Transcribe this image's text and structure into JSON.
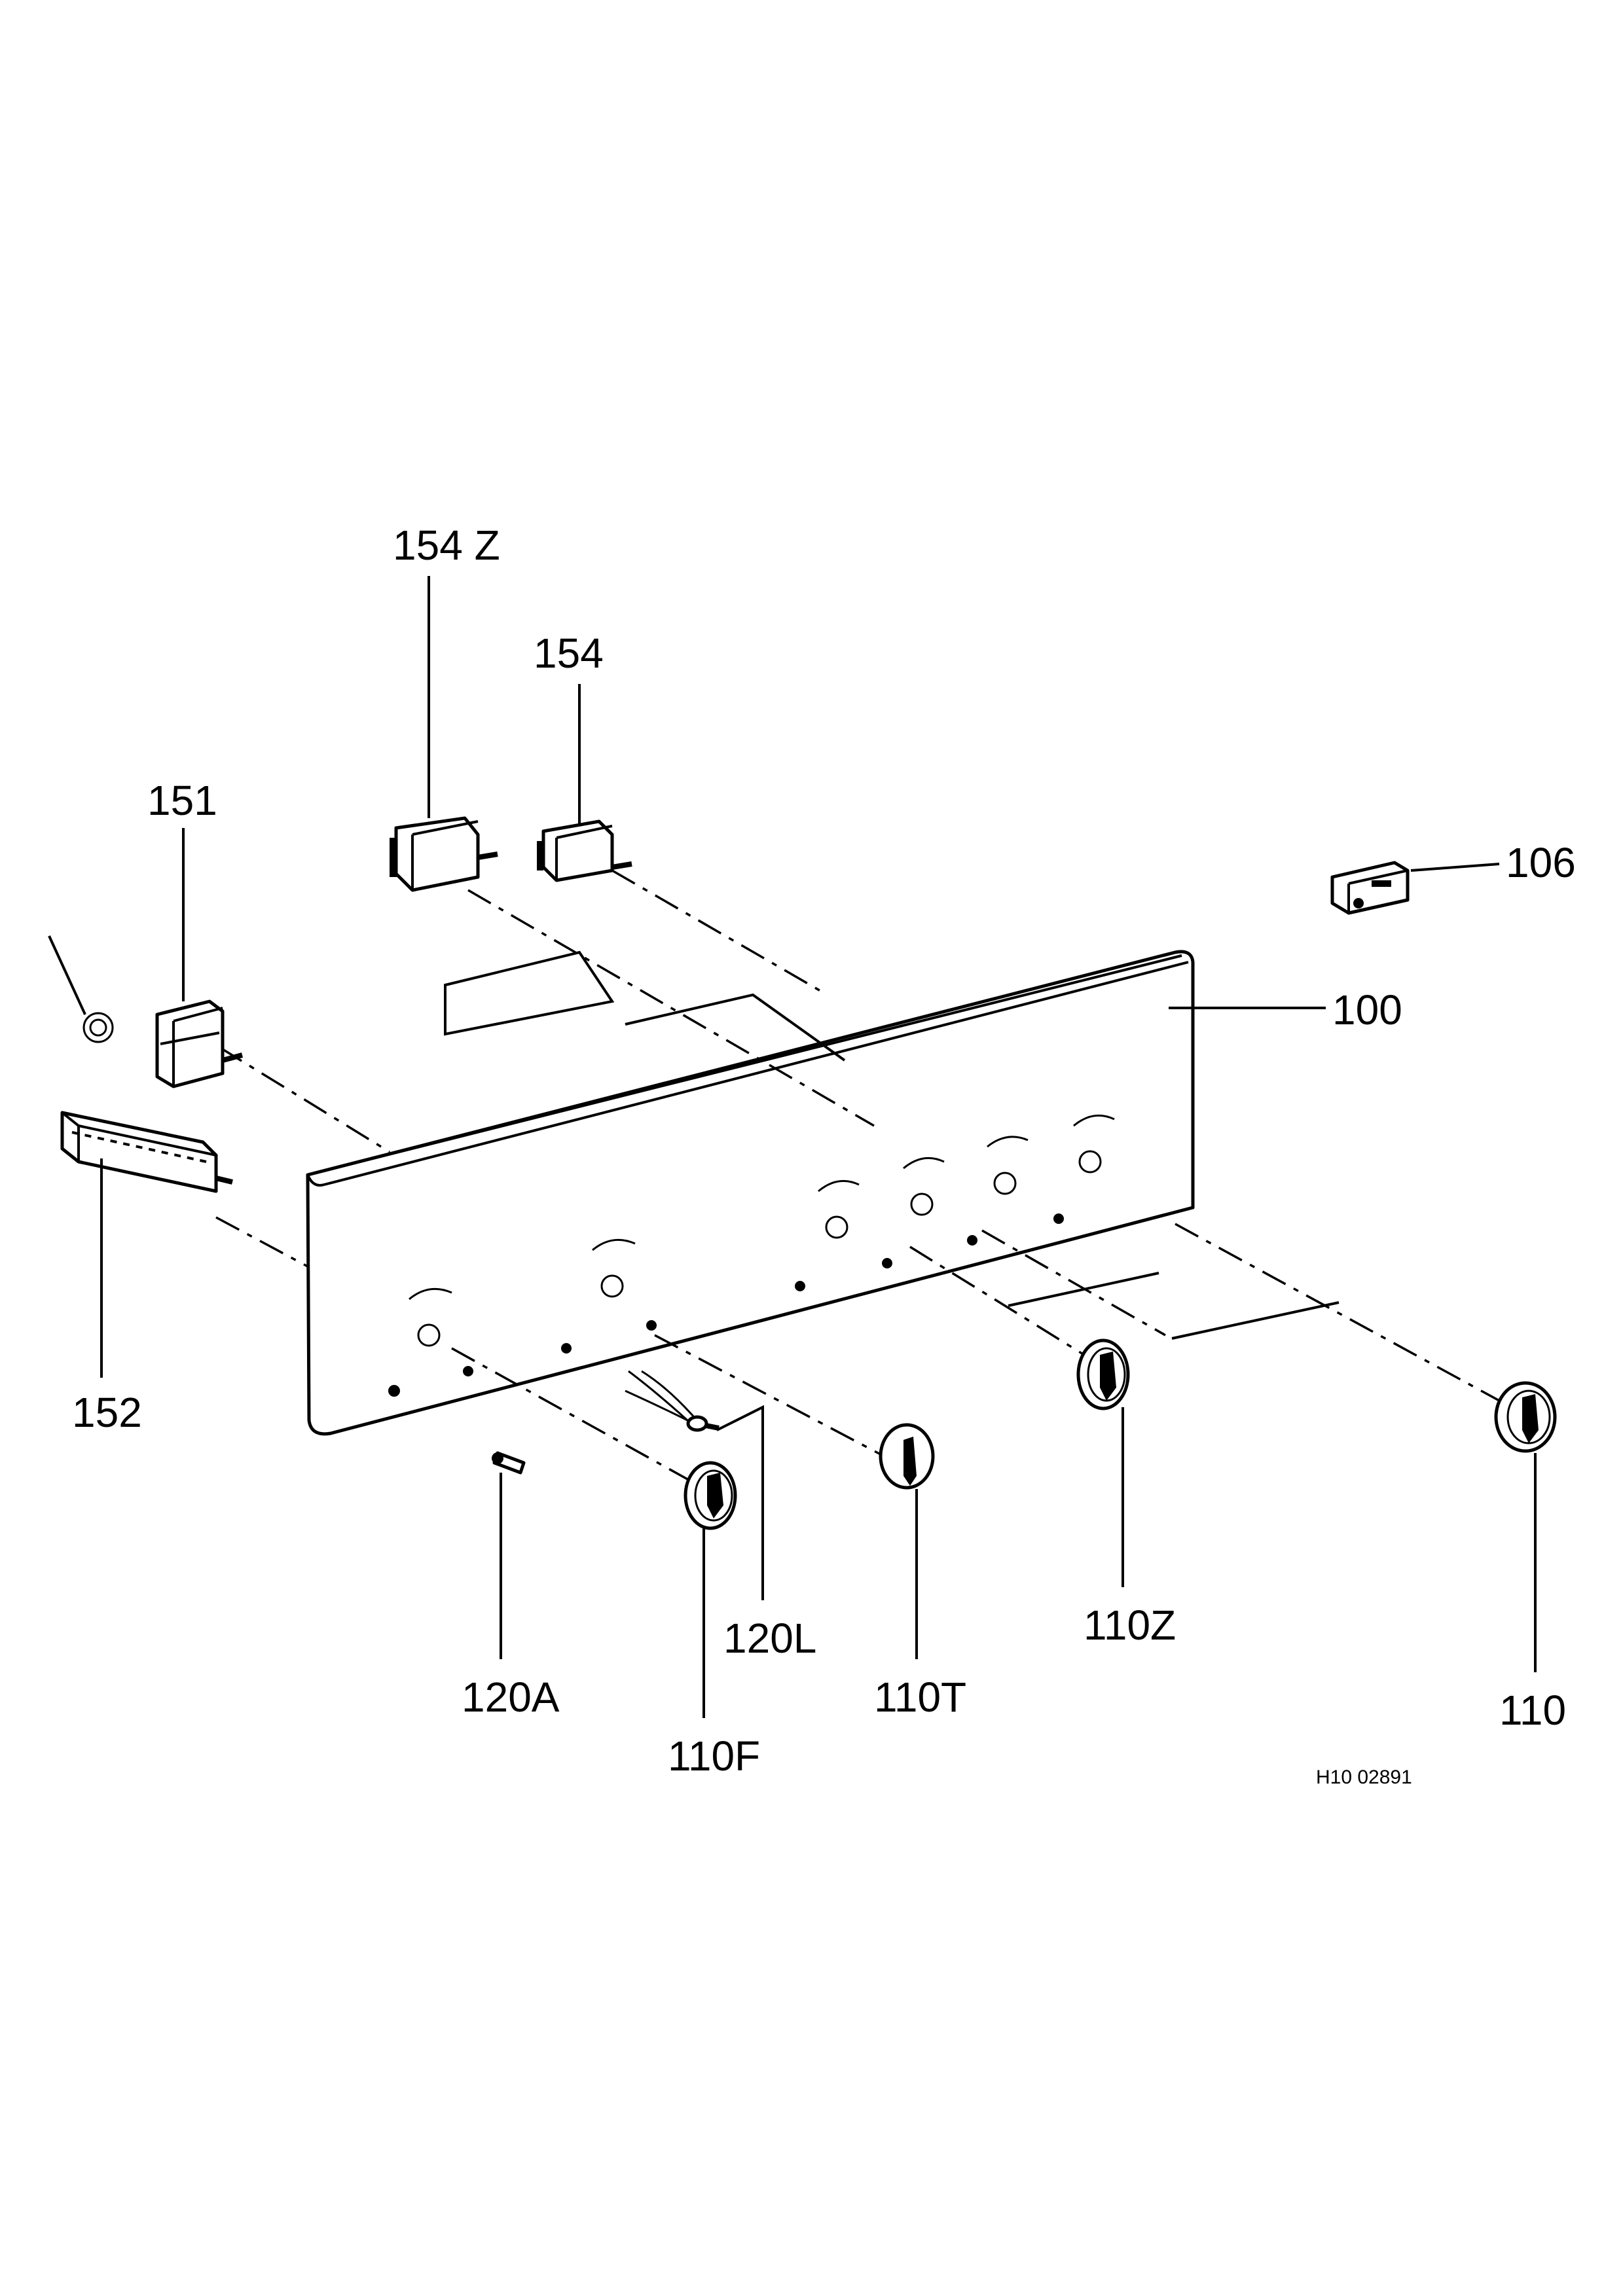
{
  "labels": {
    "p154z": "154 Z",
    "p154": "154",
    "p151": "151",
    "p106": "106",
    "p100": "100",
    "p152": "152",
    "p120a": "120A",
    "p110f": "110F",
    "p120l": "120L",
    "p110t": "110T",
    "p110z": "110Z",
    "p110": "110"
  },
  "drawing_number": "H10 02891"
}
